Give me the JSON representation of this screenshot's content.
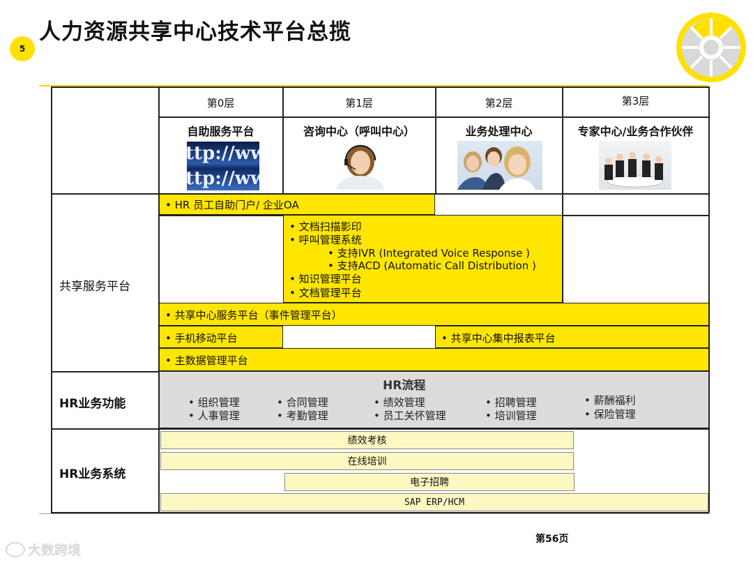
{
  "title": "人力资源共享中心技术平台总揽",
  "slide_number": "5",
  "page_label": "第56页",
  "watermark": "大数跨境",
  "layers": [
    {
      "tier": "第0层",
      "name": "自助服务平台",
      "image": "http-browser-image"
    },
    {
      "tier": "第1层",
      "name": "咨询中心（呼叫中心）",
      "image": "call-center-agent-image"
    },
    {
      "tier": "第2层",
      "name": "业务处理中心",
      "image": "service-team-image"
    },
    {
      "tier": "第3层",
      "name": "专家中心/业务合作伙伴",
      "image": "business-meeting-image"
    }
  ],
  "http_image_text": [
    "ttp://ww",
    "ttp://ww"
  ],
  "rows": {
    "shared_platform": "共享服务平台",
    "hr_function": "HR业务功能",
    "hr_system": "HR业务系统"
  },
  "shared": {
    "portal": "• HR 员工自助门户/ 企业OA",
    "middle": [
      "• 文档扫描影印",
      "• 呼叫管理系统",
      "• 支持IVR  (Integrated Voice Response )",
      "• 支持ACD  (Automatic Call Distribution )",
      "• 知识管理平台",
      "• 文档管理平台"
    ],
    "event": "• 共享中心服务平台（事件管理平台）",
    "mobile": "• 手机移动平台",
    "report": "• 共享中心集中报表平台",
    "master": "• 主数据管理平台"
  },
  "hr_process": {
    "title": "HR流程",
    "items": [
      [
        "• 组织管理",
        "• 人事管理"
      ],
      [
        "• 合同管理",
        "• 考勤管理"
      ],
      [
        "• 绩效管理",
        "• 员工关怀管理"
      ],
      [
        "• 招聘管理",
        "• 培训管理"
      ],
      [
        "• 薪酬福利",
        "• 保险管理"
      ]
    ]
  },
  "systems": [
    "绩效考核",
    "在线培训",
    "电子招聘",
    "SAP ERP/HCM"
  ],
  "colors": {
    "accent_yellow": "#ffe600",
    "process_gray": "#dcdcdc",
    "system_cream": "#fdf7c2"
  }
}
